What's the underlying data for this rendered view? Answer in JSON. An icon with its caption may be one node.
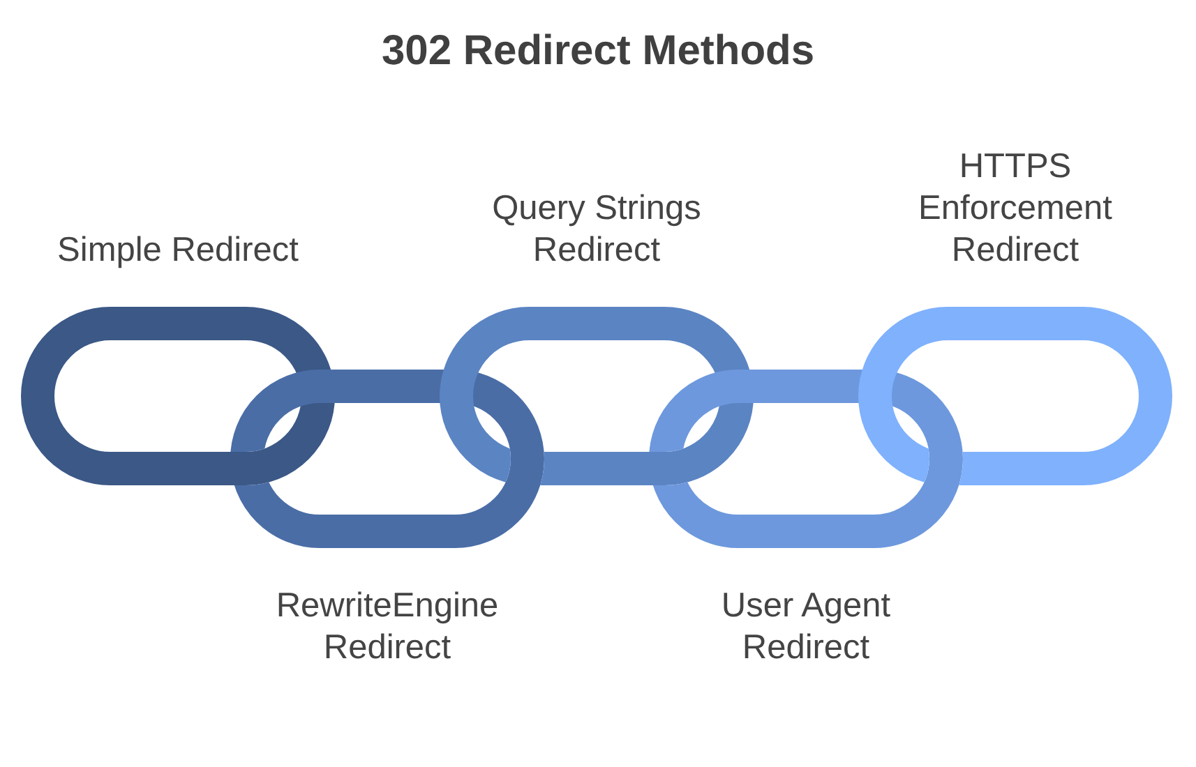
{
  "diagram": {
    "title": "302 Redirect Methods",
    "nodes": [
      {
        "text": [
          "Simple Redirect"
        ]
      },
      {
        "text": [
          "RewriteEngine Redirect"
        ]
      },
      {
        "text": [
          "Query Strings Redirect"
        ]
      },
      {
        "text": [
          "User Agent Redirect"
        ]
      },
      {
        "text": [
          "HTTPS Enforcement Redirect"
        ]
      }
    ]
  }
}
